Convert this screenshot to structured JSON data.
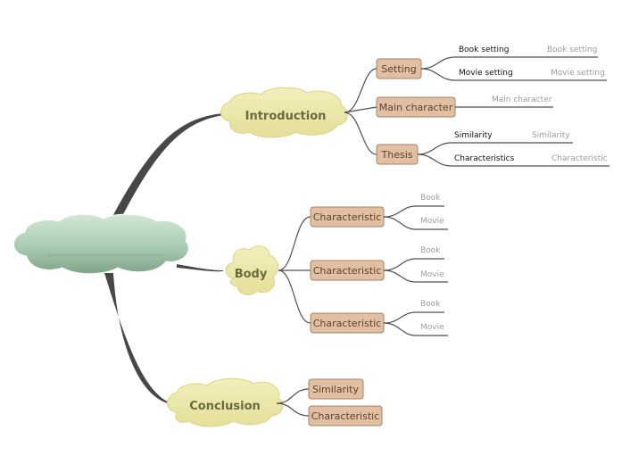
{
  "central": {
    "title": ""
  },
  "topics": {
    "introduction": "Introduction",
    "body": "Body",
    "conclusion": "Conclusion"
  },
  "introduction": {
    "setting": "Setting",
    "main_character": "Main character",
    "thesis": "Thesis",
    "book_setting": "Book setting",
    "book_setting_note": "Book setting",
    "movie_setting": "Movie setting",
    "movie_setting_note": "Movie setting",
    "main_character_note": "Main character",
    "similarity": "Similarity",
    "similarity_note": "Similarity",
    "characteristics": "Characteristics",
    "characteristics_note": "Characteristic"
  },
  "body": {
    "characteristic_1": "Characteristic",
    "characteristic_2": "Characteristic",
    "characteristic_3": "Characteristic",
    "book_1": "Book",
    "movie_1": "Movie",
    "book_2": "Book",
    "movie_2": "Movie",
    "book_3": "Book",
    "movie_3": "Movie"
  },
  "conclusion": {
    "similarity": "Similarity",
    "characteristic": "Characteristic"
  },
  "colors": {
    "central_cloud": "#b9d8c0",
    "topic_cloud": "#ece8a8",
    "subtopic_box": "#e3bfa2",
    "branch_line": "#4a4a4a"
  }
}
